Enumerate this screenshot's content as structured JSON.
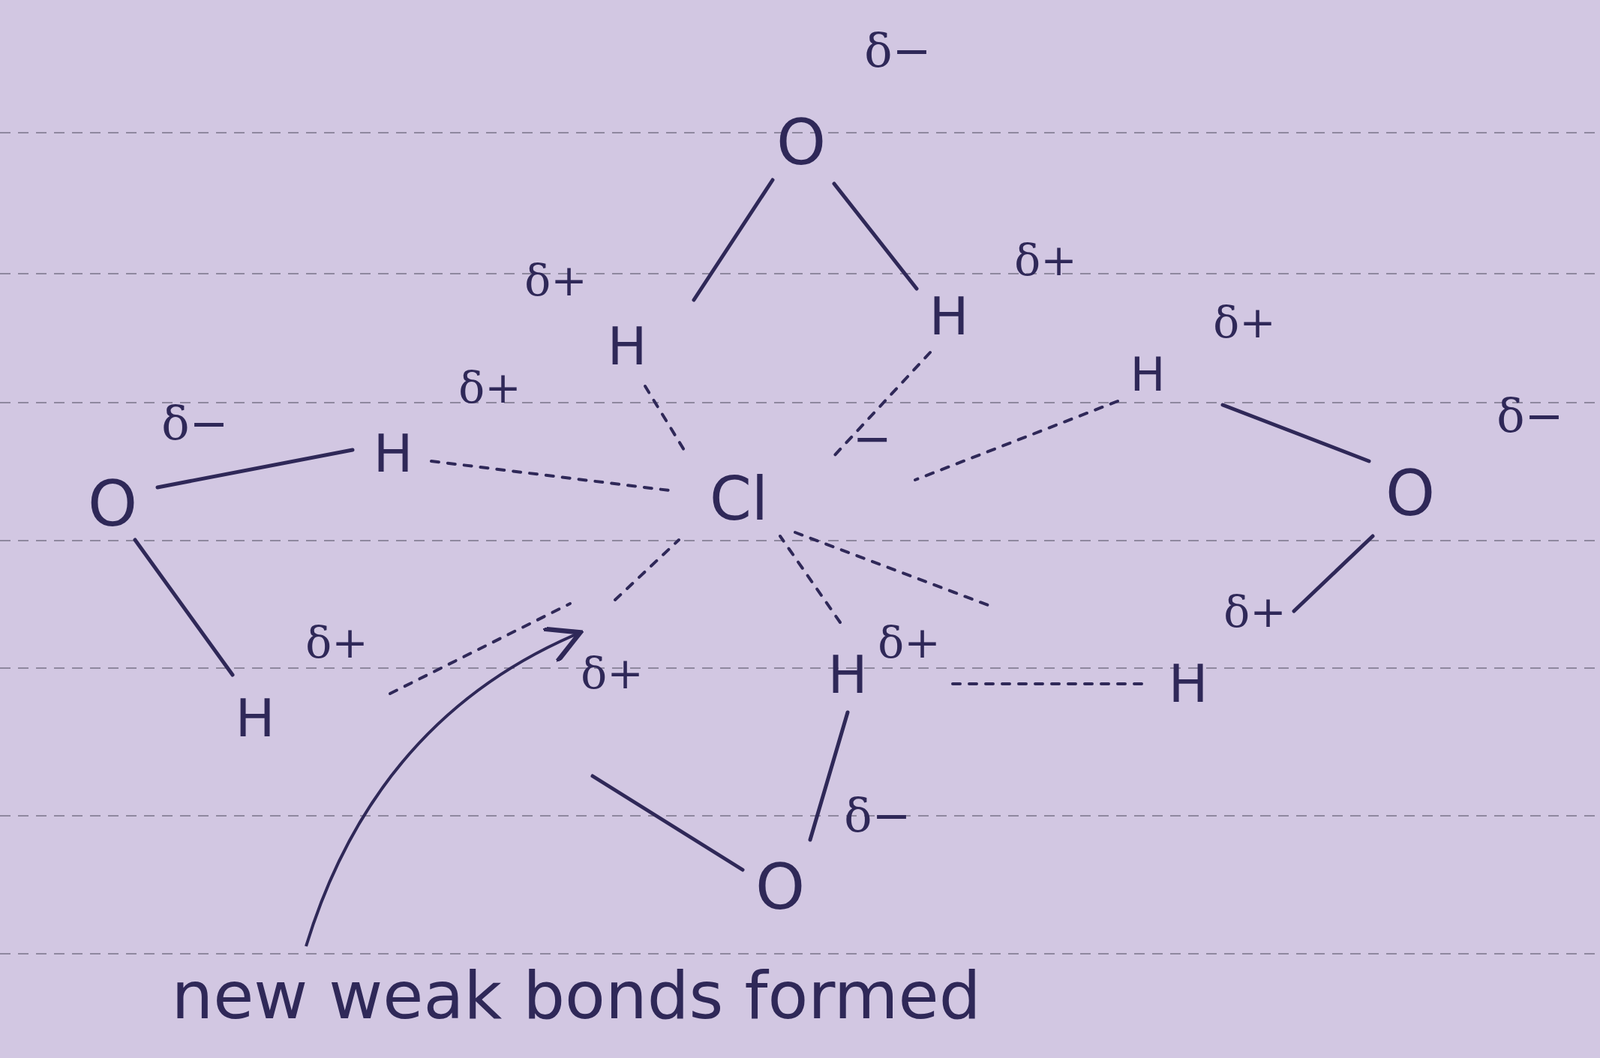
{
  "diagram": {
    "labels": [
      "δ−",
      "O",
      "δ+",
      "H",
      "H",
      "δ+",
      "H",
      "δ+",
      "δ−",
      "H",
      "δ+",
      "Cl",
      "−",
      "O",
      "δ−",
      "O",
      "δ+",
      "H",
      "δ+",
      "H",
      "δ+",
      "H",
      "δ+",
      "O",
      "δ−",
      "new weak bonds formed"
    ]
  }
}
